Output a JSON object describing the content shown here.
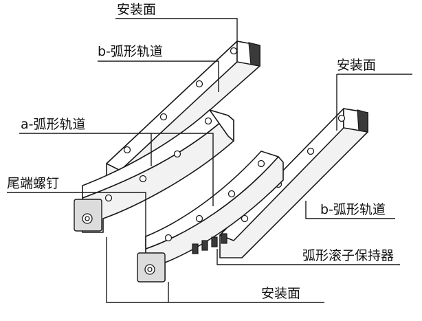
{
  "labels": {
    "mount_top": "安装面",
    "b_rail_top": "b-弧形轨道",
    "a_rail_left": "a-弧形轨道",
    "end_screw": "尾端螺钉",
    "mount_right": "安装面",
    "b_rail_right": "b-弧形轨道",
    "roller_cage": "弧形滚子保持器",
    "mount_bottom": "安装面"
  }
}
